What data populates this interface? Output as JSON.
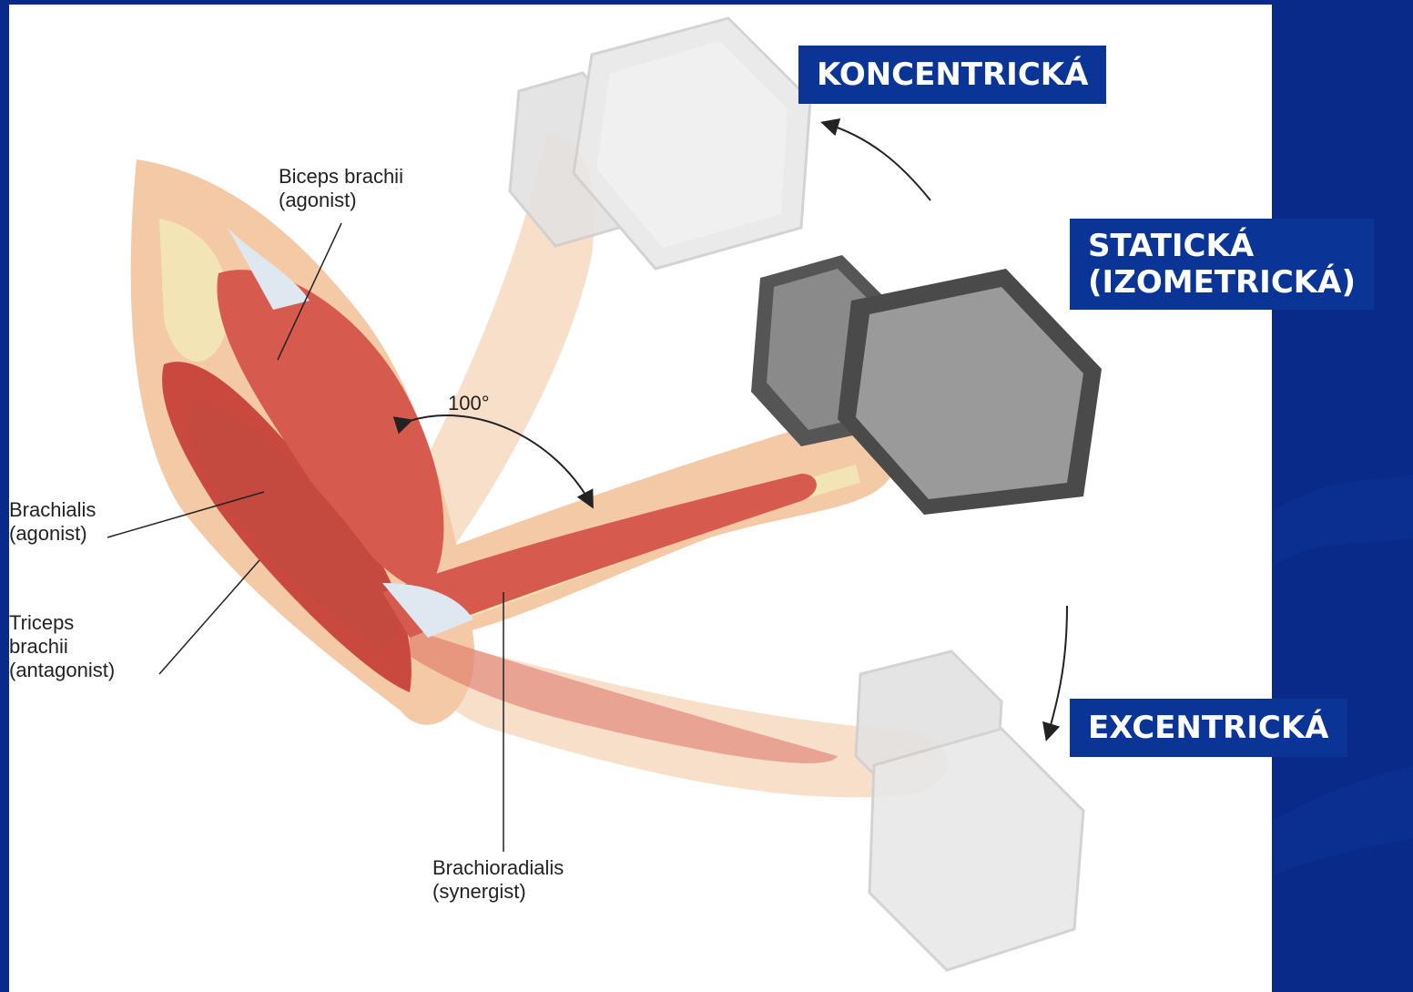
{
  "colors": {
    "background": "#0a2a8a",
    "panel": "#ffffff",
    "tag_background": "#0a3596",
    "tag_text": "#ffffff",
    "muscle": "#d65a4e",
    "skin": "#f4c9a6",
    "bone": "#f3e4b5",
    "dumbbell_light": "#dcdcdc",
    "dumbbell_dark": "#6b6b6b"
  },
  "labels": {
    "biceps": "Biceps brachii\n(agonist)",
    "angle": "100°",
    "brachialis": "Brachialis\n(agonist)",
    "triceps": "Triceps\nbrachii\n(antagonist)",
    "brachioradialis": "Brachioradialis\n(synergist)"
  },
  "tags": {
    "concentric": "KONCENTRICKÁ",
    "static": "STATICKÁ\n(IZOMETRICKÁ)",
    "eccentric": "EXCENTRICKÁ"
  }
}
